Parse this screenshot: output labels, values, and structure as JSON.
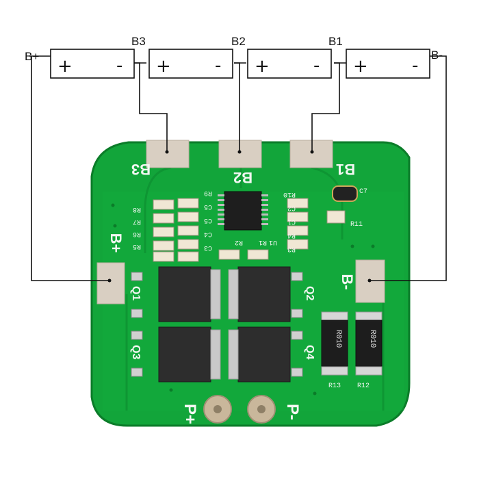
{
  "terminals": {
    "b_plus": "B+",
    "b3": "B3",
    "b2": "B2",
    "b1": "B1",
    "b_minus": "B-"
  },
  "cells": [
    {
      "plus": "+",
      "minus": "-"
    },
    {
      "plus": "+",
      "minus": "-"
    },
    {
      "plus": "+",
      "minus": "-"
    },
    {
      "plus": "+",
      "minus": "-"
    }
  ],
  "board": {
    "pad_labels": {
      "b3": "B3",
      "b2": "B2",
      "b1": "B1",
      "b_plus": "B+",
      "b_minus": "B-",
      "p_plus": "P+",
      "p_minus": "P-"
    },
    "mosfets": [
      "Q1",
      "Q2",
      "Q3",
      "Q4"
    ],
    "resistor_marks": [
      "R010",
      "R010"
    ],
    "resistor_labels": [
      "R13",
      "R12"
    ],
    "component_labels": [
      "R8",
      "R7",
      "R6",
      "R5",
      "R9",
      "C5",
      "C5",
      "C4",
      "C3",
      "R10",
      "C2",
      "C1",
      "R4",
      "R3",
      "R2",
      "R1",
      "U1",
      "R11",
      "C7"
    ]
  },
  "colors": {
    "board": "#12a53a",
    "board_edge": "#0b7c29",
    "silkscreen": "#f2f7f2",
    "wire": "#111111"
  }
}
